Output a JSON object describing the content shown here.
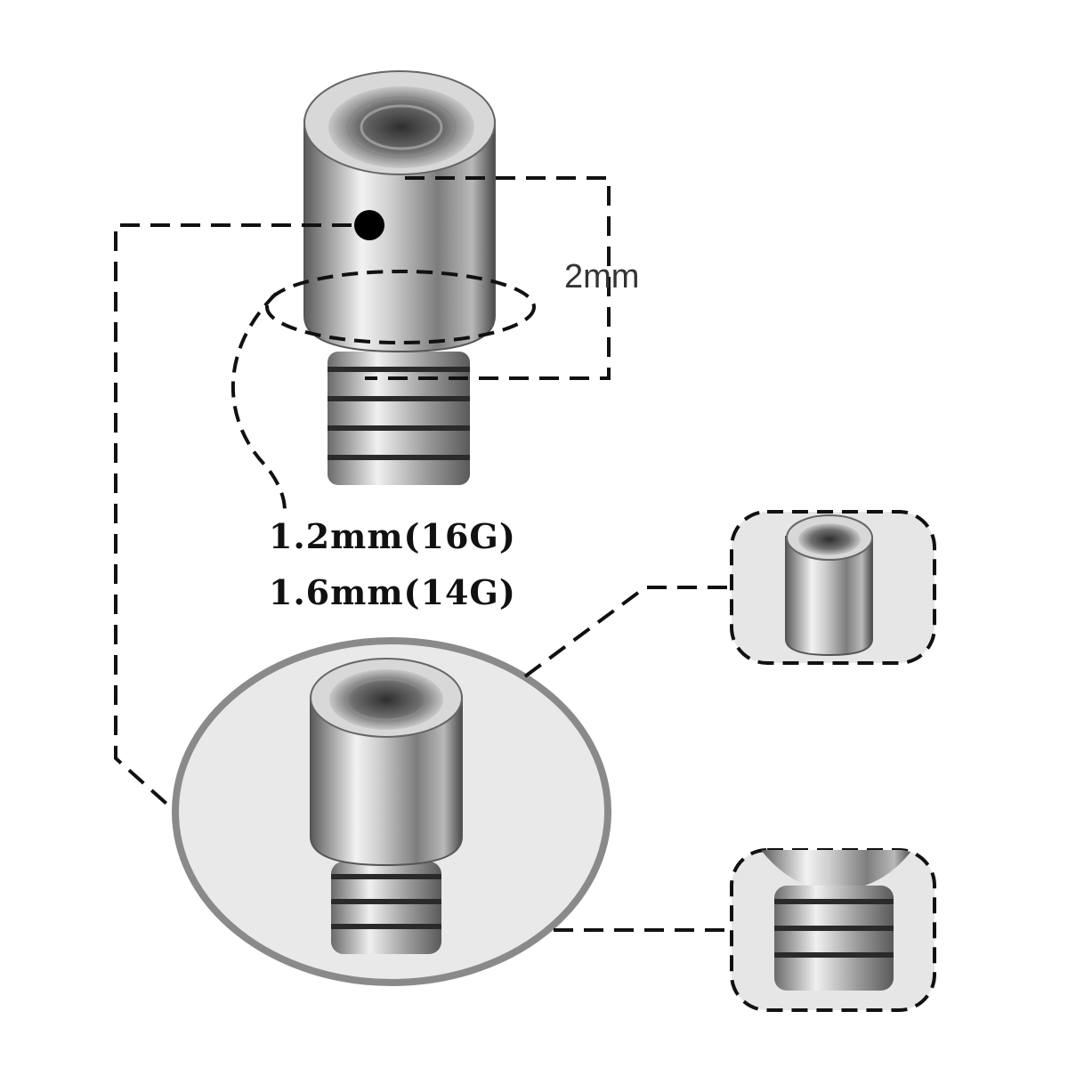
{
  "dimension_label": "2mm",
  "gauge_labels": [
    "1.2mm(16G)",
    "1.6mm(14G)"
  ],
  "colors": {
    "metal_light": "#eeeeee",
    "metal_mid": "#9a9a9a",
    "metal_dark": "#3a3a3a",
    "bubble_fill": "#e9e9e9",
    "bubble_ring": "#8a8a8a",
    "dash": "#111111"
  }
}
